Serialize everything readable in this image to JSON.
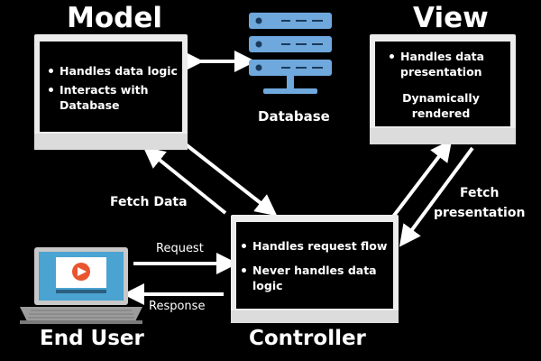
{
  "model": {
    "title": "Model",
    "bullets": [
      "Handles data logic",
      "Interacts with Database"
    ]
  },
  "view": {
    "title": "View",
    "bullets": [
      "Handles data presentation"
    ],
    "note": "Dynamically rendered"
  },
  "controller": {
    "title": "Controller",
    "bullets": [
      "Handles request flow",
      "Never handles data logic"
    ]
  },
  "database": {
    "label": "Database"
  },
  "end_user": {
    "label": "End User"
  },
  "flows": {
    "fetch_data": "Fetch Data",
    "fetch_presentation_1": "Fetch",
    "fetch_presentation_2": "presentation",
    "request": "Request",
    "response": "Response"
  },
  "colors": {
    "background": "#000000",
    "monitor_frame": "#ececec",
    "db_blue": "#6fa8dc",
    "laptop_screen": "#4aa3d0",
    "play_button": "#e8552e"
  },
  "icons": [
    "database-icon",
    "laptop-icon",
    "play-icon"
  ]
}
